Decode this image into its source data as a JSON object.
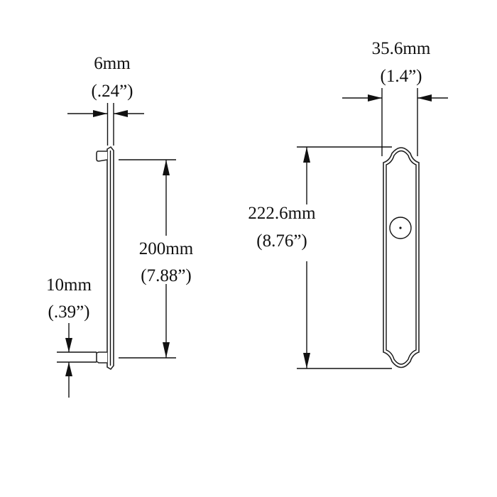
{
  "side_view": {
    "thickness": {
      "metric": "6mm",
      "imperial": "(.24”)"
    },
    "mount_spacing": {
      "metric": "200mm",
      "imperial": "(7.88”)"
    },
    "post_diameter": {
      "metric": "10mm",
      "imperial": "(.39”)"
    }
  },
  "front_view": {
    "width": {
      "metric": "35.6mm",
      "imperial": "(1.4”)"
    },
    "height": {
      "metric": "222.6mm",
      "imperial": "(8.76”)"
    }
  },
  "colors": {
    "line": "#111111",
    "background": "#ffffff"
  }
}
